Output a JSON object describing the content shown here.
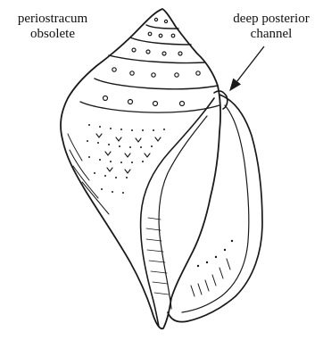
{
  "labels": {
    "periostracum": {
      "line1": "periostracum",
      "line2": "obsolete"
    },
    "posterior_channel": {
      "line1": "deep posterior",
      "line2": "channel"
    }
  },
  "colors": {
    "ink": "#1a1a1a",
    "background": "#ffffff"
  }
}
